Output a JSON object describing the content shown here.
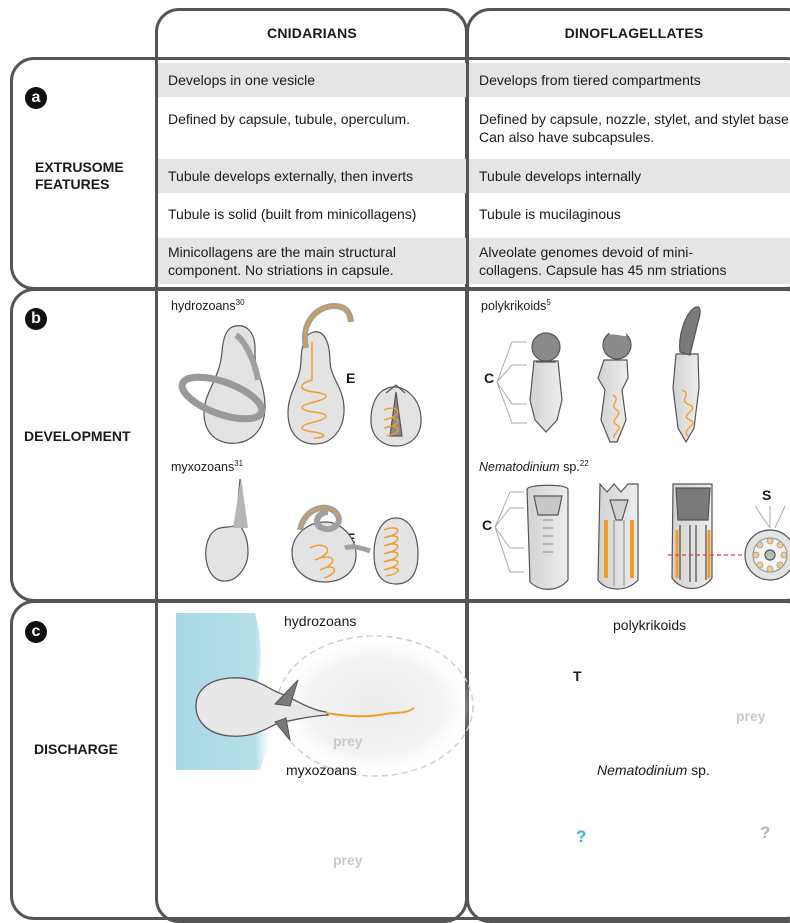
{
  "columns": {
    "cnidarians": "CNIDARIANS",
    "dinoflagellates": "DINOFLAGELLATES"
  },
  "panel_a": {
    "letter": "a",
    "label": "EXTRUSOME FEATURES",
    "rows": [
      {
        "cnidarians": "Develops in one vesicle",
        "dinoflagellates": "Develops from tiered compartments"
      },
      {
        "cnidarians": "Defined by capsule, tubule, operculum.",
        "dinoflagellates": "Defined by capsule, nozzle, stylet, and stylet base. Can also have subcapsules."
      },
      {
        "cnidarians": "Tubule develops externally, then inverts",
        "dinoflagellates": "Tubule develops internally"
      },
      {
        "cnidarians": "Tubule is solid (built from minicollagens)",
        "dinoflagellates": "Tubule is mucilaginous"
      },
      {
        "cnidarians": "Minicollagens are the main structural component. No striations in capsule.",
        "dinoflagellates": "Alveolate genomes devoid of mini-collagens. Capsule has 45 nm striations"
      }
    ]
  },
  "panel_b": {
    "letter": "b",
    "label": "DEVELOPMENT",
    "hydrozoans": {
      "name": "hydrozoans",
      "ref": "30"
    },
    "myxozoans": {
      "name": "myxozoans",
      "ref": "31"
    },
    "polykrikoids": {
      "name": "polykrikoids",
      "ref": "5"
    },
    "nematodinium": {
      "name": "Nematodinium",
      "suffix": " sp.",
      "ref": "22"
    },
    "marker_e": "E",
    "marker_c": "C",
    "marker_s": "S"
  },
  "panel_c": {
    "letter": "c",
    "label": "DISCHARGE",
    "hydrozoans": "hydrozoans",
    "myxozoans": "myxozoans",
    "polykrikoids": "polykrikoids",
    "nematodinium": "Nematodinium",
    "nematodinium_suffix": " sp.",
    "prey": "prey",
    "marker_t": "T",
    "unknown": "?"
  },
  "colors": {
    "tubule": "#f09c2b",
    "host": "#a9d8e5",
    "thread": "#33b6dc",
    "capsule": "#e3e3e3",
    "outline": "#555555",
    "unknown": "#33b6dc"
  }
}
